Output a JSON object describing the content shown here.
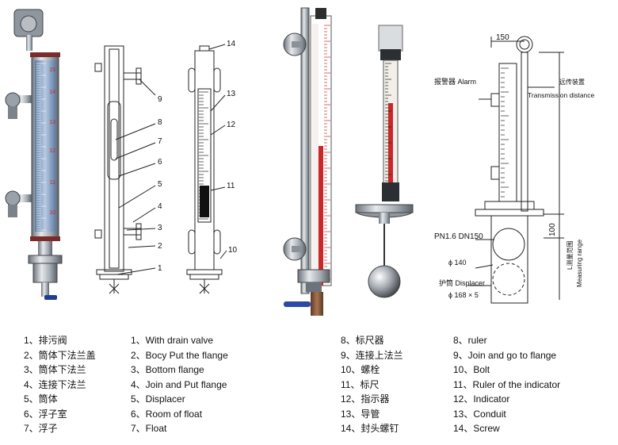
{
  "photo_scale_left": {
    "numbers": [
      "15",
      "14",
      "13",
      "12",
      "11",
      "10"
    ]
  },
  "drawing_a": {
    "callouts": [
      "9",
      "8",
      "7",
      "6",
      "5",
      "4",
      "3",
      "2",
      "1"
    ]
  },
  "drawing_b": {
    "callouts": [
      "14",
      "13",
      "12",
      "11",
      "10"
    ]
  },
  "drawing_c": {
    "dim_top": "150",
    "alarm": "报警器 Alarm",
    "transmission_zh": "远传装置",
    "transmission_en": "Transmission distance",
    "flange": "PN1.6  DN150",
    "dim_side": "100",
    "diameter": "ϕ 140",
    "displacer": "护筒 Displacer",
    "tube": "ϕ 168 × 5",
    "range_zh": "L测量范围",
    "range_en": "Measuring range"
  },
  "legend": {
    "col1_zh": [
      "1、排污阀",
      "2、筒体下法兰盖",
      "3、筒体下法兰",
      "4、连接下法兰",
      "5、筒体",
      "6、浮子室",
      "7、浮子"
    ],
    "col1_en": [
      "1、With drain valve",
      "2、Bocy Put the flange",
      "3、Bottom flange",
      "4、Join and Put flange",
      "5、Displacer",
      "6、Room of float",
      "7、Float"
    ],
    "col2_zh": [
      "8、标尺器",
      "9、连接上法兰",
      "10、螺栓",
      "11、标尺",
      "12、指示器",
      "13、导管",
      "14、封头螺钉"
    ],
    "col2_en": [
      "8、ruler",
      "9、Join and go to flange",
      "10、Bolt",
      "11、Ruler of the indicator",
      "12、Indicator",
      "13、Conduit",
      "14、Screw"
    ]
  },
  "colors": {
    "red_scale": "#c8282a",
    "steel": "#9aa2aa",
    "dark_steel": "#4a4f55",
    "blue_scale": "#7d9cc4",
    "line": "#222222"
  }
}
